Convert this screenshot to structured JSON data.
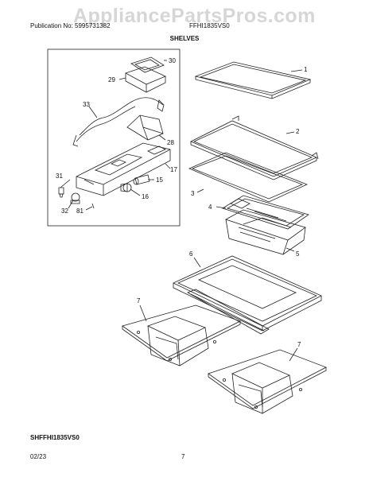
{
  "header": {
    "publication": "Publication No: 5995731382",
    "model": "FFHI1835VS0"
  },
  "watermark": "AppliancePartsPros.com",
  "section_title": "SHELVES",
  "diagram_code": "SHFFHI1835VS0",
  "footer": {
    "date": "02/23",
    "page": "7"
  },
  "callouts": {
    "c30": "30",
    "c29": "29",
    "c33": "33",
    "c28": "28",
    "c17": "17",
    "c31": "31",
    "c15": "15",
    "c16": "16",
    "c32": "32",
    "c81": "81",
    "c1": "1",
    "c2": "2",
    "c3": "3",
    "c4": "4",
    "c5": "5",
    "c6": "6",
    "c7a": "7",
    "c7b": "7"
  }
}
